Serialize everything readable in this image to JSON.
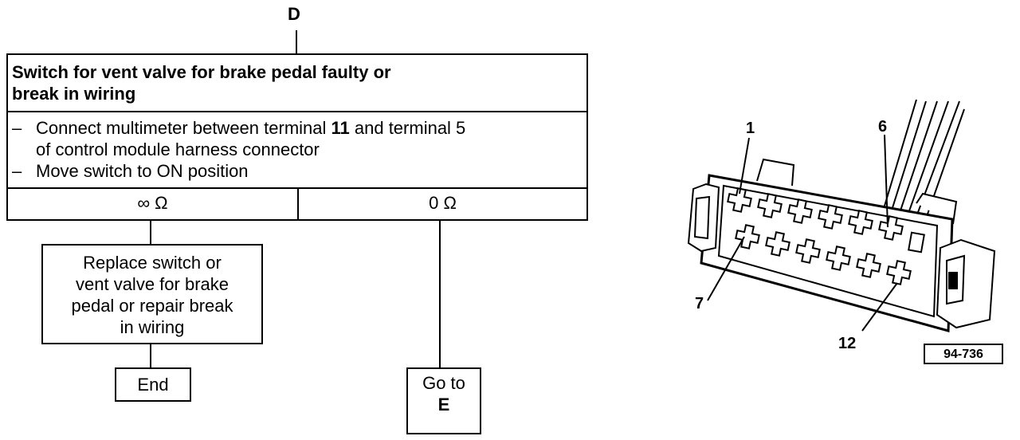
{
  "flow": {
    "entry_label": "D",
    "condition_box": {
      "title_line1": "Switch for vent valve for brake pedal faulty or",
      "title_line2": "break in wiring",
      "steps": [
        {
          "dash": "–",
          "line1": "Connect multimeter between terminal ",
          "bold1": "11",
          "mid": " and terminal 5",
          "line2": "of control module harness connector"
        },
        {
          "dash": "–",
          "line1": "Move switch to ON position"
        }
      ],
      "branch_left": "∞ Ω",
      "branch_right": "0 Ω"
    },
    "action_box": {
      "lines": [
        "Replace switch or",
        "vent valve for brake",
        "pedal or repair break",
        "in wiring"
      ]
    },
    "end_label": "End",
    "goto": {
      "line1": "Go to",
      "line2": "E"
    }
  },
  "connector": {
    "pin_labels": {
      "top_left": "1",
      "top_right": "6",
      "bottom_left": "7",
      "bottom_right": "12"
    },
    "figure_id": "94-736",
    "pins_per_row": 6
  }
}
